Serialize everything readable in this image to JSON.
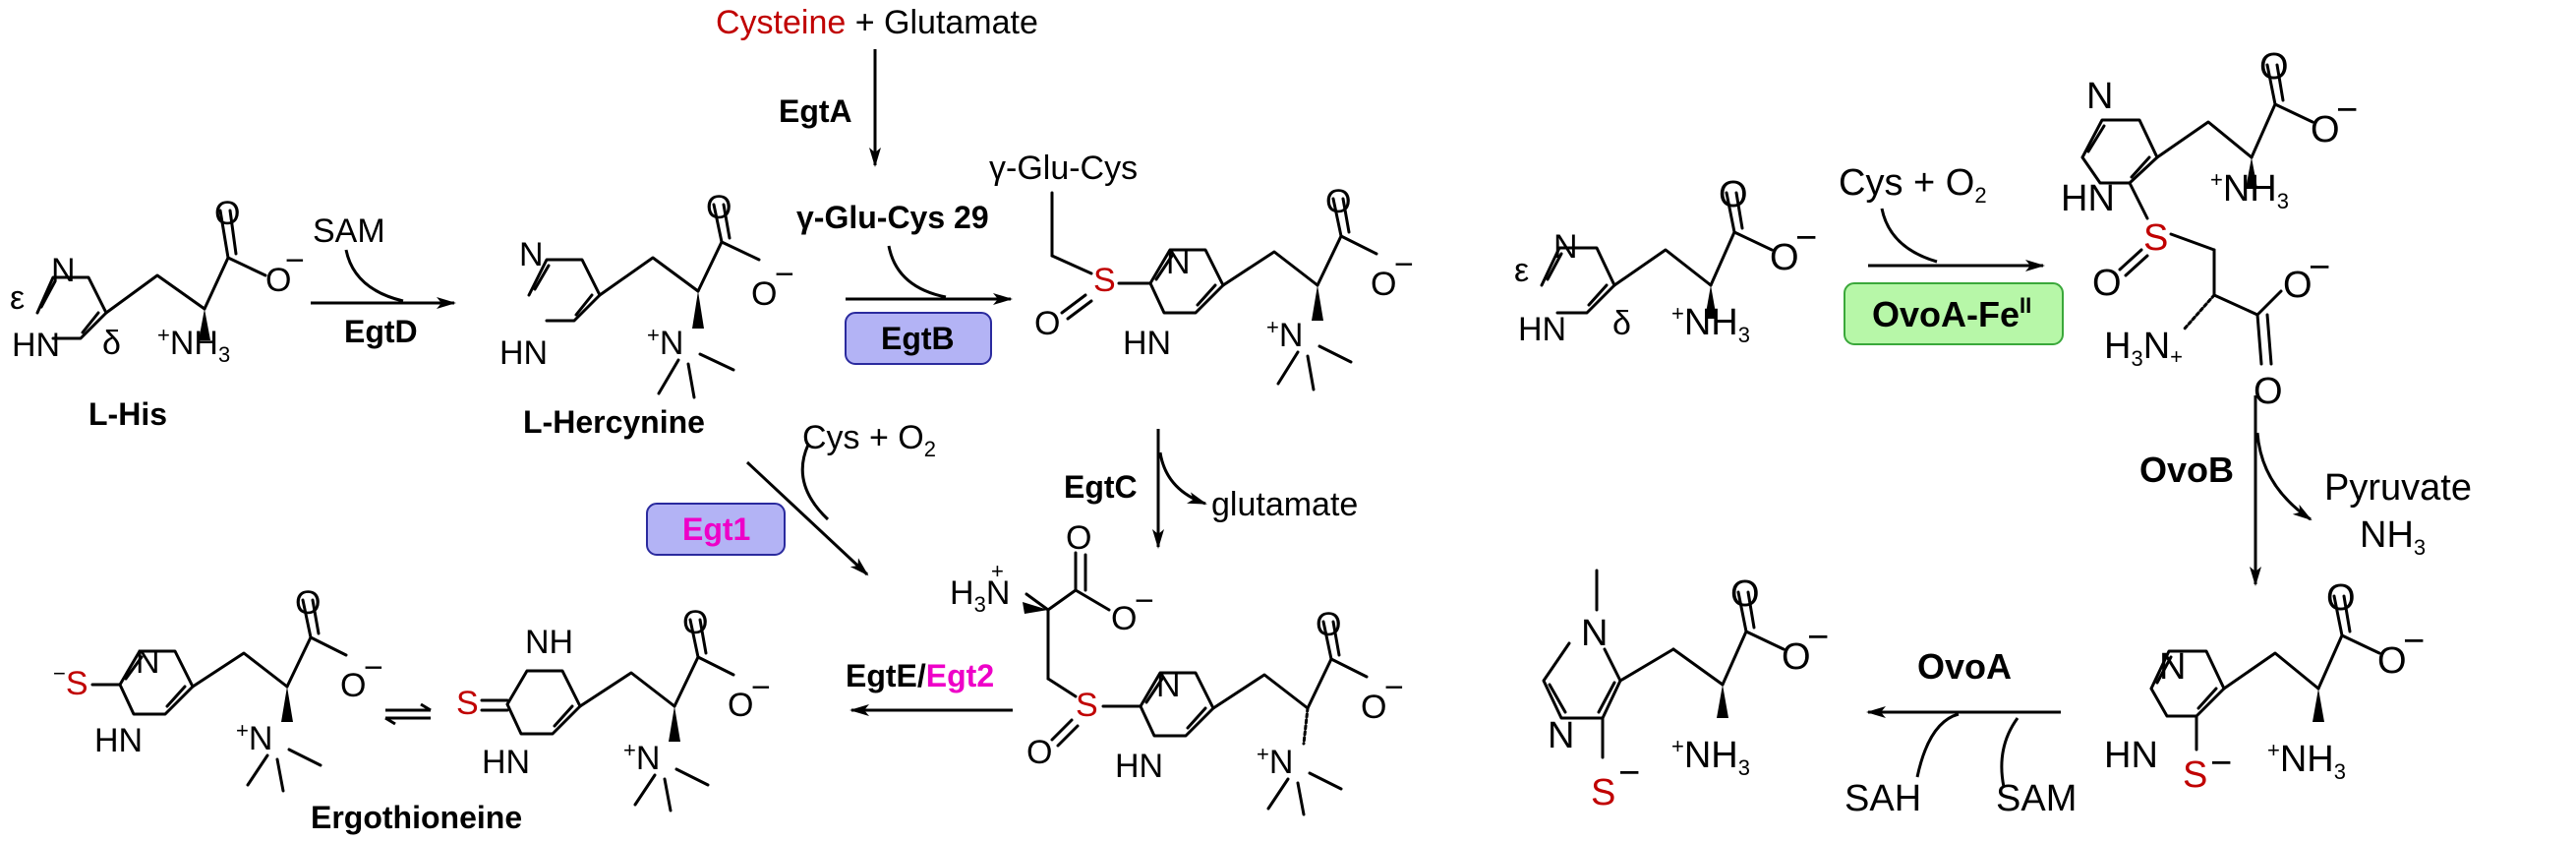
{
  "reagents": {
    "cysteine": "Cysteine",
    "plus_glutamate": " + Glutamate",
    "sam": "SAM",
    "gamma_glu_cys_29": "γ-Glu-Cys 29",
    "gamma_glu_cys": "γ-Glu-Cys",
    "cys_o2": "Cys + O",
    "o2_sub": "2",
    "glutamate": "glutamate",
    "pyruvate": "Pyruvate",
    "nh3": "NH",
    "nh3_sub": "3",
    "sah": "SAH"
  },
  "enzymes": {
    "egtA": "EgtA",
    "egtB": "EgtB",
    "egtC": "EgtC",
    "egtD": "EgtD",
    "egt1": "Egt1",
    "egtE": "EgtE/",
    "egt2": "Egt2",
    "ovoA": "OvoA",
    "ovoA_fe": "OvoA-Fe",
    "ovoA_fe_sup": "II",
    "ovoB": "OvoB"
  },
  "compounds": {
    "l_his": "L-His",
    "l_hercynine": "L-Hercynine",
    "ergothioneine": "Ergothioneine"
  },
  "atoms": {
    "O": "O",
    "N": "N",
    "S": "S",
    "HN": "HN",
    "NH": "NH",
    "NH3": "NH",
    "H3N": "H",
    "minus": "−",
    "plus": "+",
    "epsilon": "ε",
    "delta": "δ"
  },
  "colors": {
    "sulfur": "#c00000",
    "egt_highlight": "#ee00c8",
    "egt_box_fill": "#b3b3f5",
    "egt_box_stroke": "#2a2a9e",
    "ovoA_box_fill": "#b7f7a8",
    "ovoA_box_stroke": "#3aa83a"
  }
}
